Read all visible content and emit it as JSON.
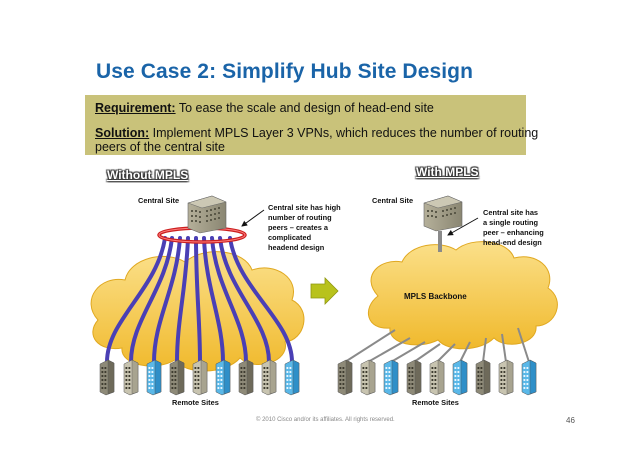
{
  "title": "Use Case 2: Simplify Hub Site Design",
  "requirement": {
    "label": "Requirement:",
    "text": " To ease the scale and design of head-end site"
  },
  "solution": {
    "label": "Solution:",
    "line1": " Implement MPLS Layer 3 VPNs, which reduces the number of routing",
    "line2": "peers of the central site"
  },
  "left": {
    "heading": "Without MPLS",
    "central_label": "Central Site",
    "annotation": [
      "Central site has high",
      "number of routing",
      "peers – creates a",
      "complicated",
      "headend design"
    ],
    "remote_label": "Remote Sites"
  },
  "right": {
    "heading": "With MPLS",
    "central_label": "Central Site",
    "annotation": [
      "Central site has",
      "a single routing",
      "peer – enhancing",
      "head-end design"
    ],
    "backbone_label": "MPLS Backbone",
    "remote_label": "Remote Sites"
  },
  "footer": "© 2010 Cisco and/or its affiliates. All rights reserved.",
  "page_number": "46",
  "colors": {
    "title": "#1a64a8",
    "band": "#c9c27a",
    "cloud": "#f4c64a",
    "lines": "#4a3fb5",
    "ring": "#cc1f1f",
    "arrow": "#b8c21c"
  }
}
